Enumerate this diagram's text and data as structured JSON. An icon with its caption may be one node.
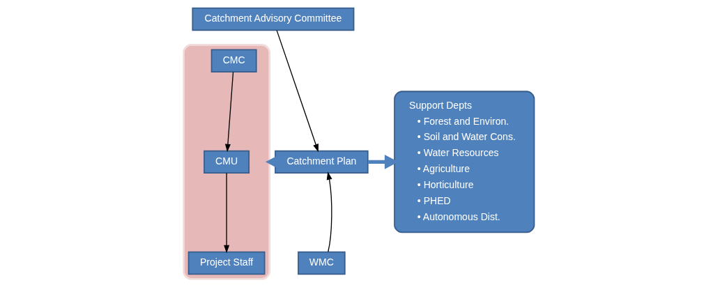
{
  "diagram": {
    "nodes": [
      {
        "text": [],
        "shape": "box"
      },
      {
        "text": [
          "CMC"
        ],
        "in": 0
      },
      {
        "text": [
          "CMU"
        ],
        "in": 0
      },
      {
        "text": [
          "Project Staff"
        ],
        "in": 0
      },
      {
        "text": [
          "Catchment Advisory Committee"
        ]
      },
      {
        "text": [
          "Catchment Plan"
        ]
      },
      {
        "text": [
          "WMC"
        ]
      },
      {
        "text": [
          "Support Depts",
          "• Forest and Environ.",
          "• Soil and Water Cons.",
          "• Water Resources",
          "• Agriculture",
          "• Horticulture",
          "• PHED",
          "• Autonomous Dist."
        ]
      }
    ],
    "edges": [
      {
        "from": 1,
        "to": 2,
        "arrow": "to"
      },
      {
        "from": 2,
        "to": 3,
        "arrow": "to"
      },
      {
        "from": 4,
        "to": 5,
        "arrow": "to"
      },
      {
        "from": 6,
        "to": 5,
        "arrow": "to"
      },
      {
        "from": 5,
        "to": 0,
        "arrow": "to",
        "style": "thick",
        "color": "#4f81bd"
      },
      {
        "from": 5,
        "to": 7,
        "arrow": "to",
        "style": "thick",
        "color": "#4f81bd"
      }
    ]
  }
}
